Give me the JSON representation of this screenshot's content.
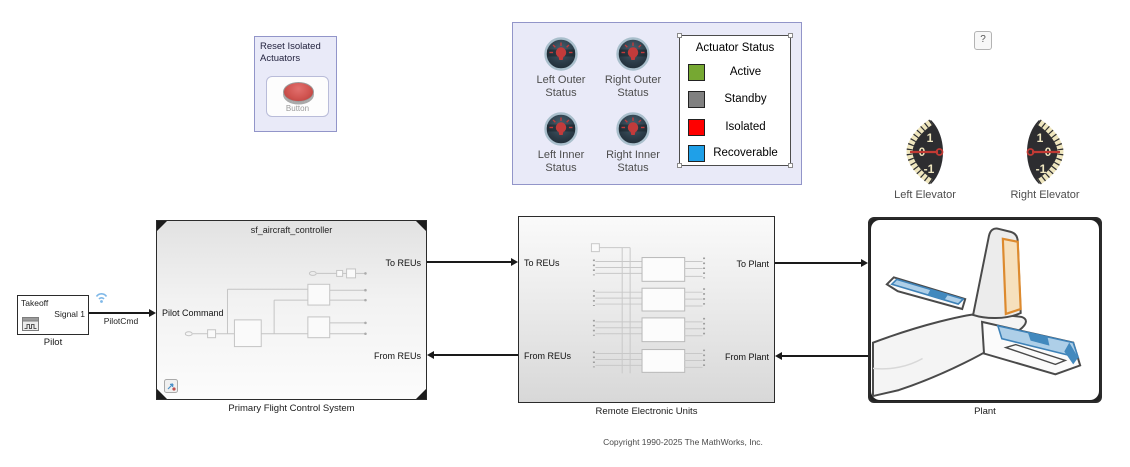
{
  "reset_panel": {
    "title": "Reset Isolated Actuators",
    "button_label": "Button"
  },
  "status_panel": {
    "lamps": [
      {
        "label": "Left Outer Status",
        "color": "#c23b3b"
      },
      {
        "label": "Right Outer Status",
        "color": "#c23b3b"
      },
      {
        "label": "Left Inner Status",
        "color": "#c23b3b"
      },
      {
        "label": "Right Inner Status",
        "color": "#c23b3b"
      }
    ],
    "legend": {
      "title": "Actuator Status",
      "items": [
        {
          "label": "Active",
          "color": "#76a832"
        },
        {
          "label": "Standby",
          "color": "#808080"
        },
        {
          "label": "Isolated",
          "color": "#ff0000"
        },
        {
          "label": "Recoverable",
          "color": "#1fa0e8"
        }
      ]
    }
  },
  "help_button": {
    "label": "?"
  },
  "gauges": [
    {
      "label": "Left Elevator",
      "value": 0,
      "tick_top": "1",
      "tick_mid": "0",
      "tick_bottom": "-1"
    },
    {
      "label": "Right Elevator",
      "value": 0,
      "tick_top": "1",
      "tick_mid": "0",
      "tick_bottom": "-1"
    }
  ],
  "pilot_block": {
    "mode": "Takeoff",
    "port": "Signal 1",
    "name": "Pilot"
  },
  "signals": {
    "pilot_cmd": "PilotCmd"
  },
  "controller": {
    "title": "sf_aircraft_controller",
    "name": "Primary Flight Control System",
    "port_pilot": "Pilot Command",
    "port_to_reus": "To REUs",
    "port_from_reus": "From REUs"
  },
  "reu": {
    "name": "Remote Electronic Units",
    "port_to_reus": "To REUs",
    "port_from_reus": "From REUs",
    "port_to_plant": "To Plant",
    "port_from_plant": "From Plant"
  },
  "plant": {
    "name": "Plant"
  },
  "footer": {
    "copyright": "Copyright 1990-2025 The MathWorks, Inc."
  }
}
